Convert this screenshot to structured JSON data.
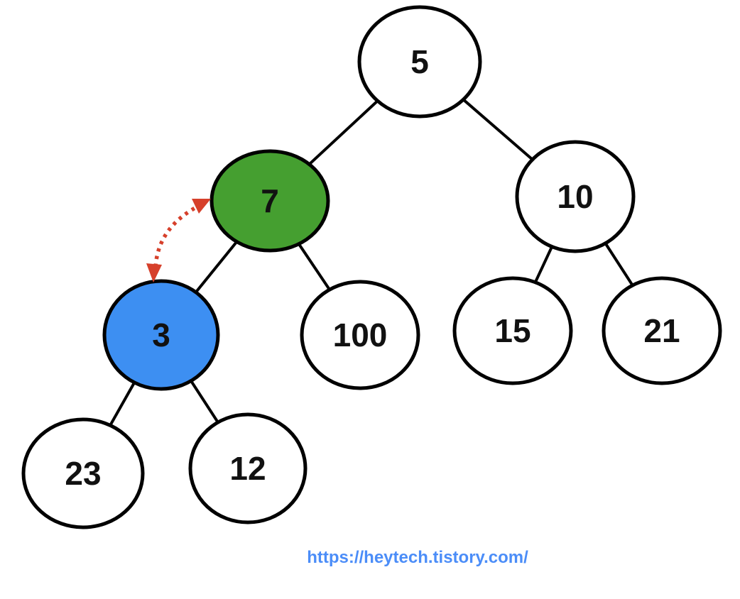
{
  "tree": {
    "type": "binary-tree",
    "nodes": [
      {
        "label": "5",
        "fill": "#ffffff",
        "role": "root"
      },
      {
        "label": "7",
        "fill": "#459f30",
        "role": "highlight-green"
      },
      {
        "label": "10",
        "fill": "#ffffff",
        "role": "default"
      },
      {
        "label": "3",
        "fill": "#3d8ff2",
        "role": "highlight-blue"
      },
      {
        "label": "100",
        "fill": "#ffffff",
        "role": "default"
      },
      {
        "label": "15",
        "fill": "#ffffff",
        "role": "default"
      },
      {
        "label": "21",
        "fill": "#ffffff",
        "role": "default"
      },
      {
        "label": "23",
        "fill": "#ffffff",
        "role": "default"
      },
      {
        "label": "12",
        "fill": "#ffffff",
        "role": "default"
      }
    ],
    "edges": [
      "5-7",
      "5-10",
      "7-3",
      "7-100",
      "10-15",
      "10-21",
      "3-23",
      "3-12"
    ],
    "swap_arrow": {
      "between": [
        "7",
        "3"
      ],
      "color": "#d6402b",
      "line_style": "dotted",
      "bidirectional": true
    }
  },
  "colors": {
    "node_border": "#000000",
    "edge": "#000000",
    "green_node": "#459f30",
    "blue_node": "#3d8ff2",
    "swap_arrow_red": "#d6402b",
    "link_blue": "#4b8df8"
  },
  "footer": {
    "url_label": "https://heytech.tistory.com/"
  }
}
